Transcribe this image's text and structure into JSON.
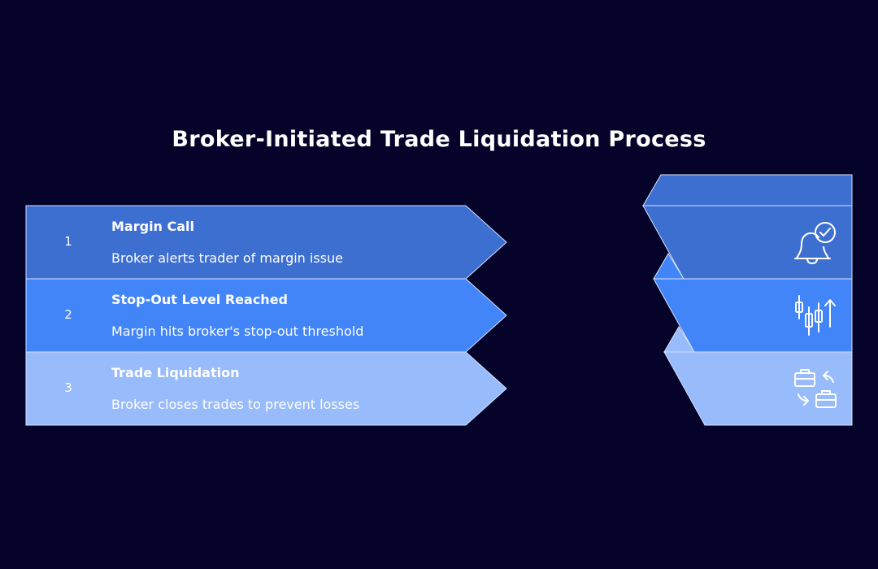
{
  "title": "Broker-Initiated Trade Liquidation Process",
  "steps": [
    {
      "number": "1",
      "heading": "Margin Call",
      "description": "Broker alerts trader of margin issue",
      "icon": "bell-check-icon",
      "color": "#3d6fd1"
    },
    {
      "number": "2",
      "heading": "Stop-Out Level Reached",
      "description": "Margin hits broker's stop-out threshold",
      "icon": "candlestick-chart-icon",
      "color": "#4285f9"
    },
    {
      "number": "3",
      "heading": "Trade Liquidation",
      "description": "Broker closes trades to prevent losses",
      "icon": "briefcase-swap-icon",
      "color": "#98bbfc"
    }
  ],
  "colors": {
    "background": "#05032a",
    "edge": "#d6e2ff",
    "top_cap": "#3d6fd1"
  }
}
